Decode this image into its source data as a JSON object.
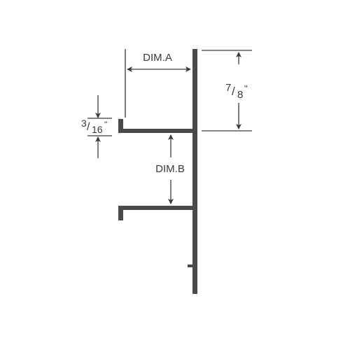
{
  "colors": {
    "profile": "#4a4a4a",
    "dimension": "#3a3a3a",
    "background": "#ffffff"
  },
  "labels": {
    "dim_a": "DIM.A",
    "dim_b": "DIM.B",
    "height_num": "7",
    "height_den": "8",
    "height_unit": "\"",
    "lip_num": "3",
    "lip_den": "16",
    "lip_unit": "\""
  }
}
